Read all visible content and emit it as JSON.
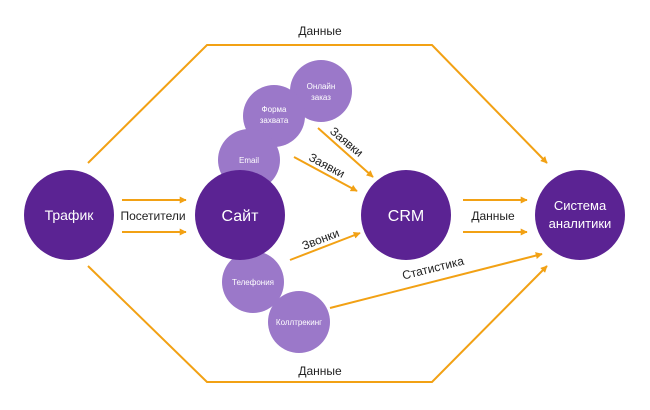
{
  "colors": {
    "arrow": "#f2a114",
    "node_dark": "#5b2393",
    "node_light": "#9b78c9",
    "label": "#222222",
    "node_text": "#ffffff"
  },
  "nodes": {
    "traffic": "Трафик",
    "site": "Сайт",
    "crm": "CRM",
    "analytics_line1": "Система",
    "analytics_line2": "аналитики",
    "online_order_line1": "Онлайн",
    "online_order_line2": "заказ",
    "capture_form_line1": "Форма",
    "capture_form_line2": "захвата",
    "email": "Email",
    "telephony": "Телефония",
    "calltracking": "Коллтрекинг"
  },
  "labels": {
    "data_top": "Данные",
    "data_bottom": "Данные",
    "visitors": "Посетители",
    "data_middle": "Данные",
    "requests_1": "Заявки",
    "requests_2": "Заявки",
    "calls": "Звонки",
    "statistics": "Статистика"
  }
}
